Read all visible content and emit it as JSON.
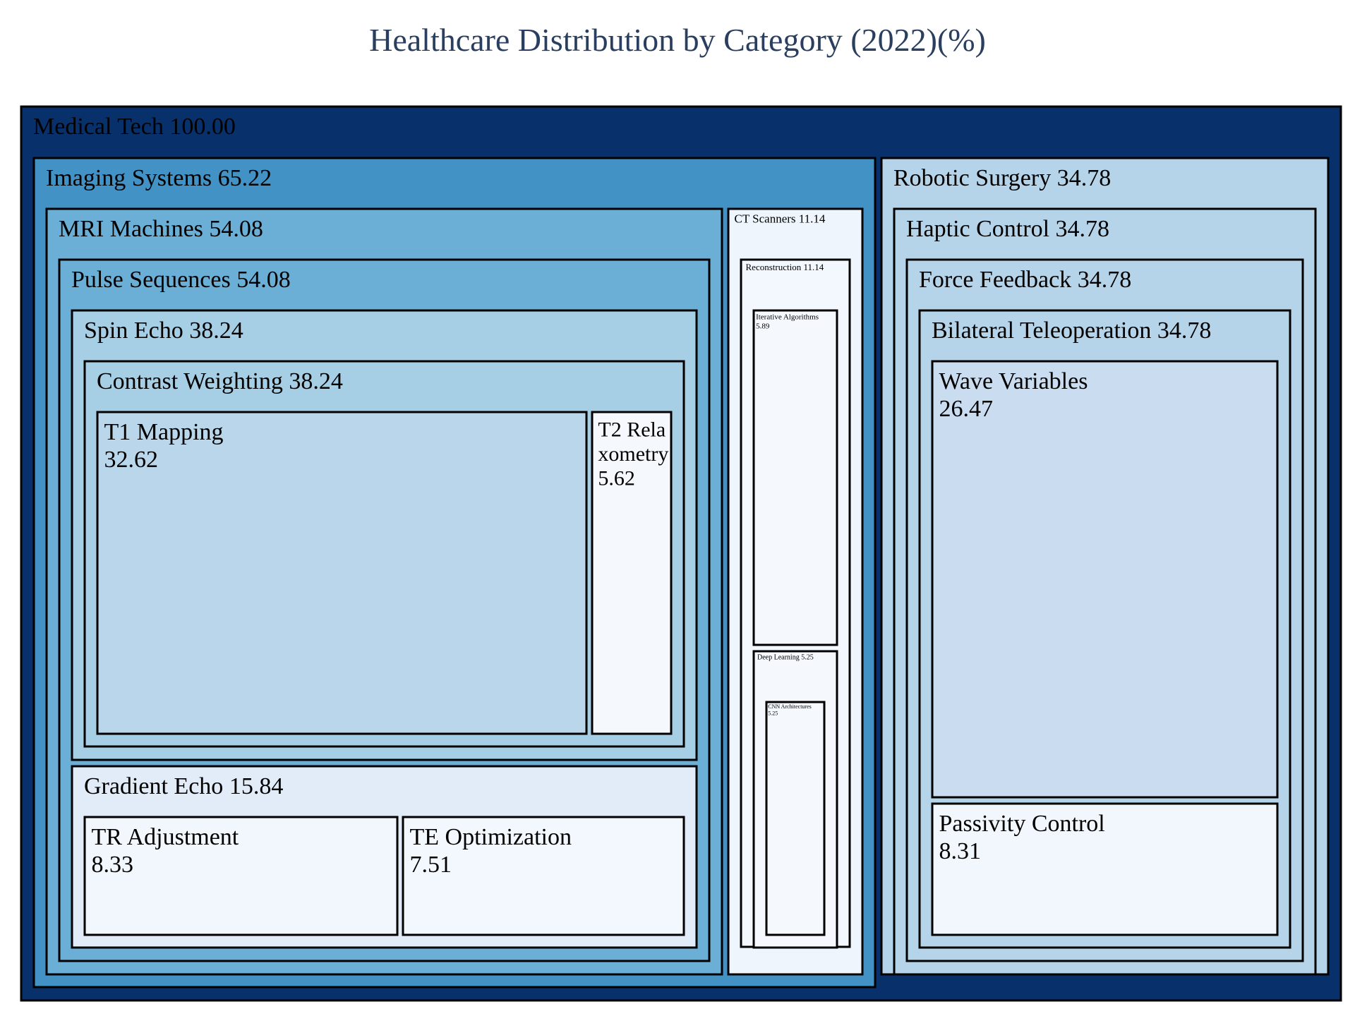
{
  "chart_data": {
    "type": "treemap",
    "title": "Healthcare Distribution by Category (2022)(%)",
    "root": {
      "id": "medical-tech",
      "label": "Medical Tech",
      "value": "100.00",
      "color": "#08306b",
      "children": [
        {
          "id": "imaging-systems",
          "label": "Imaging Systems",
          "value": "65.22",
          "color": "#4292c6",
          "children": [
            {
              "id": "mri-machines",
              "label": "MRI Machines",
              "value": "54.08",
              "color": "#6baed6",
              "children": [
                {
                  "id": "pulse-sequences",
                  "label": "Pulse Sequences",
                  "value": "54.08",
                  "color": "#6baed6",
                  "children": [
                    {
                      "id": "spin-echo",
                      "label": "Spin Echo",
                      "value": "38.24",
                      "color": "#a6cee4",
                      "children": [
                        {
                          "id": "contrast-weighting",
                          "label": "Contrast Weighting",
                          "value": "38.24",
                          "color": "#a6cee4",
                          "children": [
                            {
                              "id": "t1-mapping",
                              "label": "T1 Mapping",
                              "value": "32.62",
                              "color": "#b9d6ea"
                            },
                            {
                              "id": "t2-relaxometry",
                              "label": "T2 Relaxometry",
                              "value": "5.62",
                              "color": "#f5f9fe"
                            }
                          ]
                        }
                      ]
                    },
                    {
                      "id": "gradient-echo",
                      "label": "Gradient Echo",
                      "value": "15.84",
                      "color": "#e1ecf8",
                      "children": [
                        {
                          "id": "tr-adjustment",
                          "label": "TR Adjustment",
                          "value": "8.33",
                          "color": "#f2f7fd"
                        },
                        {
                          "id": "te-optimization",
                          "label": "TE Optimization",
                          "value": "7.51",
                          "color": "#f3f8fe"
                        }
                      ]
                    }
                  ]
                }
              ]
            },
            {
              "id": "ct-scanners",
              "label": "CT Scanners",
              "value": "11.14",
              "color": "#eef5fc",
              "children": [
                {
                  "id": "reconstruction",
                  "label": "Reconstruction",
                  "value": "11.14",
                  "color": "#f3f8fe",
                  "children": [
                    {
                      "id": "iterative-algorithms",
                      "label": "Iterative Algorithms",
                      "value": "5.89",
                      "color": "#f5f9fe"
                    },
                    {
                      "id": "deep-learning",
                      "label": "Deep Learning",
                      "value": "5.25",
                      "color": "#f5f9fe",
                      "children": [
                        {
                          "id": "cnn-architectures",
                          "label": "CNN Architectures",
                          "value": "5.25",
                          "color": "#f5f9fe"
                        }
                      ]
                    }
                  ]
                }
              ]
            }
          ]
        },
        {
          "id": "robotic-surgery",
          "label": "Robotic Surgery",
          "value": "34.78",
          "color": "#b5d4e9",
          "children": [
            {
              "id": "haptic-control",
              "label": "Haptic Control",
              "value": "34.78",
              "color": "#b5d4e9",
              "children": [
                {
                  "id": "force-feedback",
                  "label": "Force Feedback",
                  "value": "34.78",
                  "color": "#b5d4e9",
                  "children": [
                    {
                      "id": "bilateral-teleoperation",
                      "label": "Bilateral Teleoperation",
                      "value": "34.78",
                      "color": "#b5d4e9",
                      "children": [
                        {
                          "id": "wave-variables",
                          "label": "Wave Variables",
                          "value": "26.47",
                          "color": "#c9dcf0"
                        },
                        {
                          "id": "passivity-control",
                          "label": "Passivity Control",
                          "value": "8.31",
                          "color": "#f2f7fd"
                        }
                      ]
                    }
                  ]
                }
              ]
            }
          ]
        }
      ]
    }
  }
}
